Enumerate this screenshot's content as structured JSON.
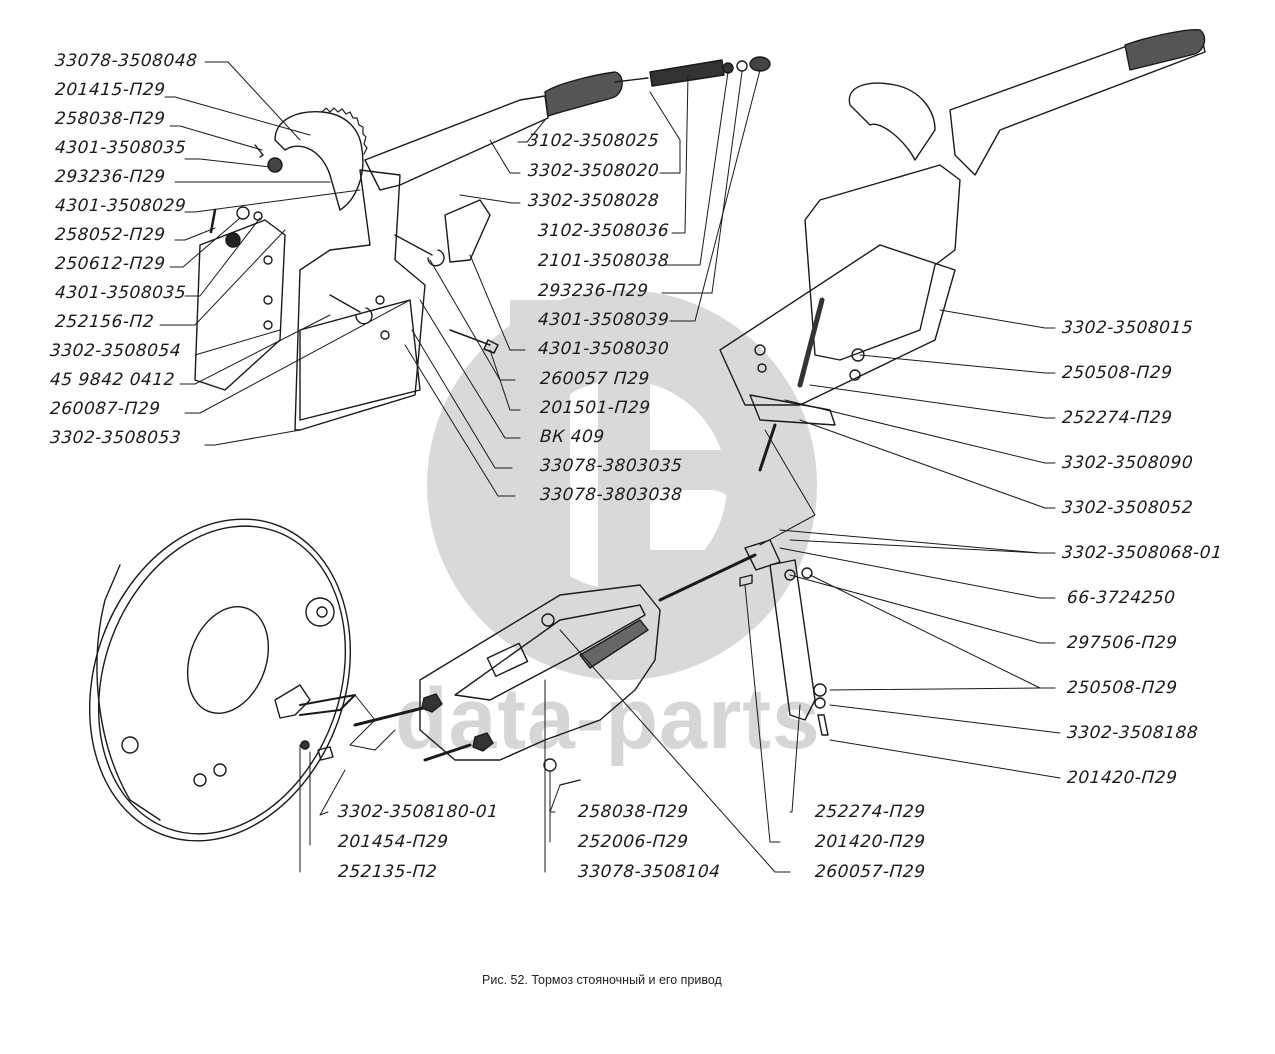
{
  "figure": {
    "caption": "Рис.  52. Тормоз стояночный и его привод",
    "watermark_logo": "ГБ",
    "watermark_text": "data-parts",
    "colors": {
      "ink": "#1a1a1a",
      "watermark": "#d6d6d6",
      "background": "#ffffff"
    }
  },
  "assemblies": [
    {
      "name": "parking-brake-lever-exploded",
      "label": "Parking brake lever (exploded view)"
    },
    {
      "name": "parking-brake-lever-assembled",
      "label": "Parking brake lever (assembled)"
    },
    {
      "name": "cable-equalizer-housing",
      "label": "Cable equalizer housing"
    },
    {
      "name": "brake-backing-plate",
      "label": "Rear brake backing plate"
    }
  ],
  "labels": {
    "left": [
      "33078-3508048",
      "201415-П29",
      "258038-П29",
      "4301-3508035",
      "293236-П29",
      "4301-3508029",
      "258052-П29",
      "250612-П29",
      "4301-3508035",
      "252156-П2",
      "3302-3508054",
      "45 9842 0412",
      "260087-П29",
      "3302-3508053"
    ],
    "center": [
      "3102-3508025",
      "3302-3508020",
      "3302-3508028",
      "3102-3508036",
      "2101-3508038",
      "293236-П29",
      "4301-3508039",
      "4301-3508030",
      "260057 П29",
      "201501-П29",
      "ВК 409",
      "33078-3803035",
      "33078-3803038"
    ],
    "right": [
      "3302-3508015",
      "250508-П29",
      "252274-П29",
      "3302-3508090",
      "3302-3508052",
      "3302-3508068-01",
      "66-3724250",
      "297506-П29",
      "250508-П29",
      "3302-3508188",
      "201420-П29"
    ],
    "bottom_left": [
      "3302-3508180-01",
      "201454-П29",
      "252135-П2"
    ],
    "bottom_center": [
      "258038-П29",
      "252006-П29",
      "33078-3508104"
    ],
    "bottom_right": [
      "252274-П29",
      "201420-П29",
      "260057-П29"
    ]
  }
}
